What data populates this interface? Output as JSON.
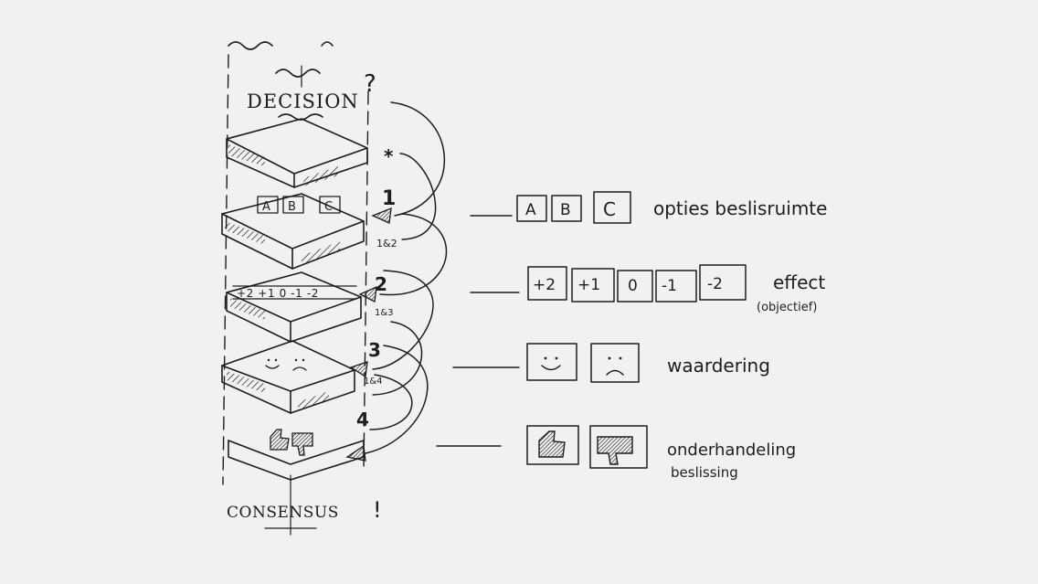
{
  "diagram": {
    "top_label": "DECISION",
    "top_mark": "?",
    "bottom_label": "CONSENSUS",
    "bottom_mark": "!",
    "step_markers": [
      "*",
      "1",
      "2",
      "3",
      "4"
    ],
    "layer1_options": [
      "A",
      "B",
      "C"
    ],
    "layer2_scale": "+2 +1 0 -1 -2",
    "side_notes": [
      "1&2",
      "1&3",
      "1&4"
    ]
  },
  "legend": [
    {
      "boxes": [
        "A",
        "B",
        "C"
      ],
      "label": "opties beslisruimte",
      "sublabel": ""
    },
    {
      "boxes": [
        "+2",
        "+1",
        "0",
        "-1",
        "-2"
      ],
      "label": "effect",
      "sublabel": "(objectief)"
    },
    {
      "boxes": [
        "smiley-happy",
        "smiley-sad"
      ],
      "label": "waardering",
      "sublabel": ""
    },
    {
      "boxes": [
        "thumbs-up-icon",
        "thumbs-down-icon"
      ],
      "label": "onderhandeling",
      "sublabel": "beslissing"
    }
  ],
  "colors": {
    "ink": "#1d1d1d",
    "paper": "#f3f1f0"
  }
}
